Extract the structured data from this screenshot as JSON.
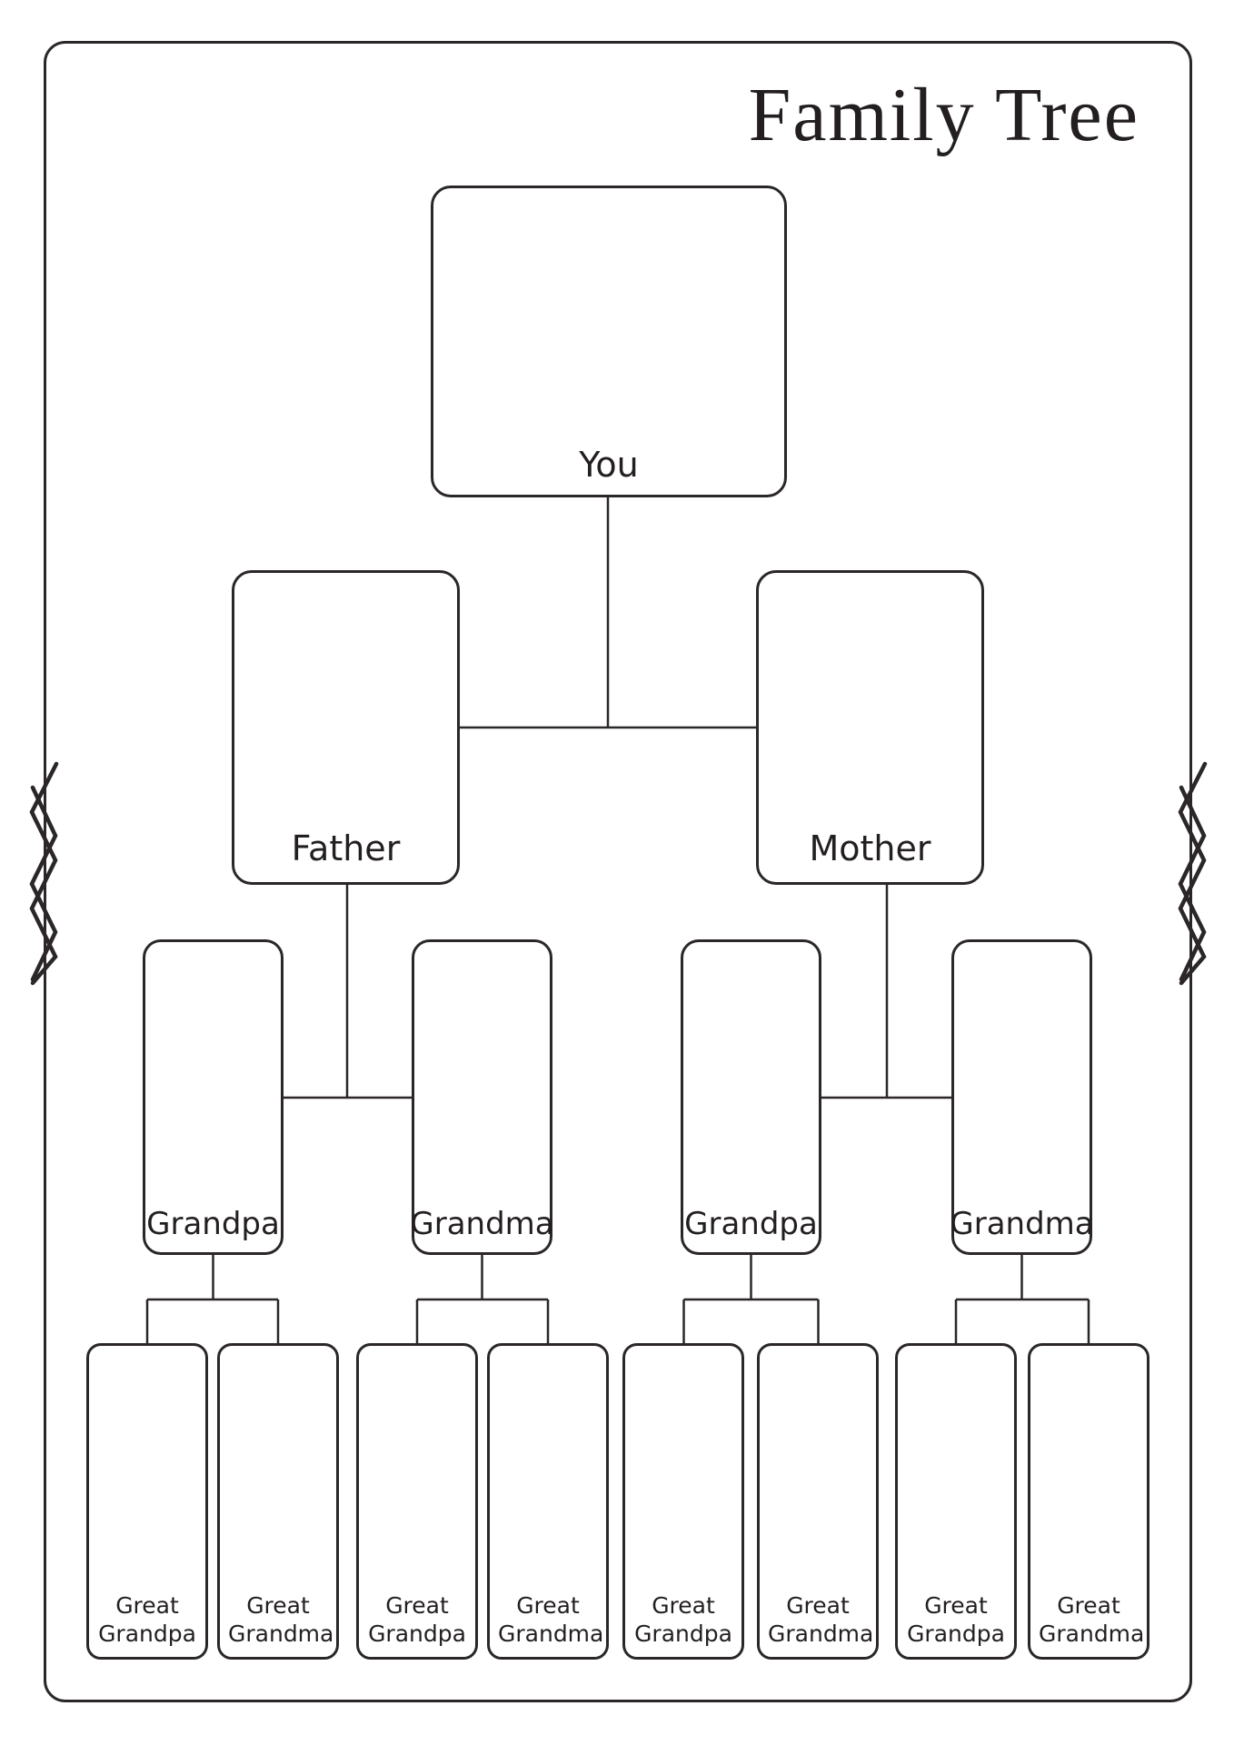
{
  "title": "Family Tree",
  "tree": {
    "you": {
      "label": "You"
    },
    "parents": [
      {
        "label": "Father"
      },
      {
        "label": "Mother"
      }
    ],
    "grandparents": [
      {
        "label": "Grandpa"
      },
      {
        "label": "Grandma"
      },
      {
        "label": "Grandpa"
      },
      {
        "label": "Grandma"
      }
    ],
    "great_grandparents": [
      {
        "label": "Great Grandpa"
      },
      {
        "label": "Great Grandma"
      },
      {
        "label": "Great Grandpa"
      },
      {
        "label": "Great Grandma"
      },
      {
        "label": "Great Grandpa"
      },
      {
        "label": "Great Grandma"
      },
      {
        "label": "Great Grandpa"
      },
      {
        "label": "Great Grandma"
      }
    ]
  },
  "colors": {
    "ink": "#2b2729",
    "paper": "#ffffff"
  }
}
